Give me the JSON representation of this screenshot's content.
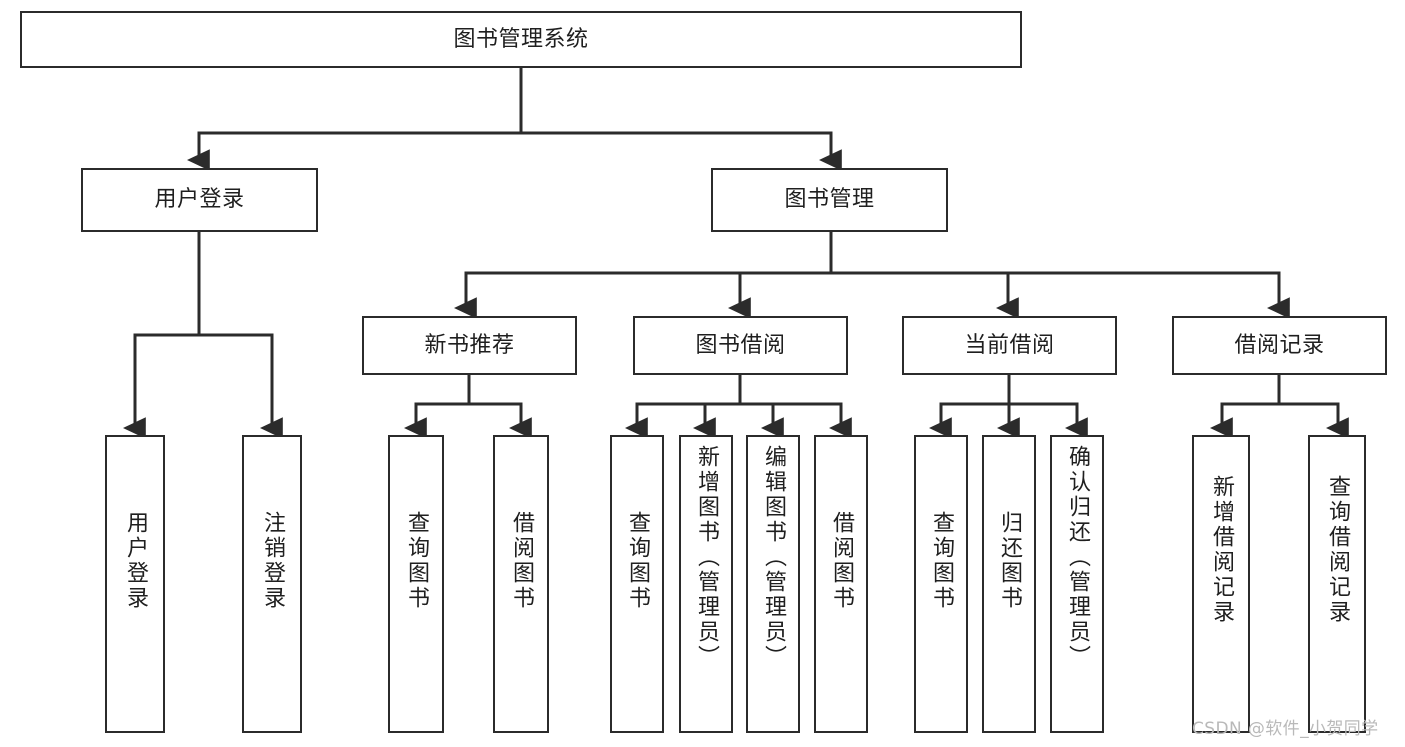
{
  "diagram": {
    "title": "图书管理系统",
    "type": "tree-hierarchy-chart",
    "stroke_color": "#2b2b2b",
    "background_color": "#ffffff",
    "text_color": "#1f1f1f",
    "watermark": "CSDN @软件_小贺同学",
    "levels": [
      {
        "level": 1,
        "nodes": [
          {
            "id": "root",
            "label": "图书管理系统",
            "orientation": "horizontal"
          }
        ]
      },
      {
        "level": 2,
        "nodes": [
          {
            "id": "user-login",
            "label": "用户登录",
            "orientation": "horizontal",
            "parent": "root"
          },
          {
            "id": "book-manage",
            "label": "图书管理",
            "orientation": "horizontal",
            "parent": "root"
          }
        ]
      },
      {
        "level": 3,
        "nodes": [
          {
            "id": "new-book-rec",
            "label": "新书推荐",
            "orientation": "horizontal",
            "parent": "book-manage"
          },
          {
            "id": "book-borrow",
            "label": "图书借阅",
            "orientation": "horizontal",
            "parent": "book-manage"
          },
          {
            "id": "current-borrow",
            "label": "当前借阅",
            "orientation": "horizontal",
            "parent": "book-manage"
          },
          {
            "id": "borrow-record",
            "label": "借阅记录",
            "orientation": "horizontal",
            "parent": "book-manage"
          }
        ]
      },
      {
        "level": 4,
        "nodes": [
          {
            "id": "leaf-user-login",
            "label": "用户登录",
            "orientation": "vertical",
            "parent": "user-login"
          },
          {
            "id": "leaf-user-logout",
            "label": "注销登录",
            "orientation": "vertical",
            "parent": "user-login"
          },
          {
            "id": "leaf-query-book-1",
            "label": "查询图书",
            "orientation": "vertical",
            "parent": "new-book-rec"
          },
          {
            "id": "leaf-borrow-book-1",
            "label": "借阅图书",
            "orientation": "vertical",
            "parent": "new-book-rec"
          },
          {
            "id": "leaf-query-book-2",
            "label": "查询图书",
            "orientation": "vertical",
            "parent": "book-borrow"
          },
          {
            "id": "leaf-add-book",
            "label": "新增图书（管理员）",
            "orientation": "vertical",
            "parent": "book-borrow"
          },
          {
            "id": "leaf-edit-book",
            "label": "编辑图书（管理员）",
            "orientation": "vertical",
            "parent": "book-borrow"
          },
          {
            "id": "leaf-borrow-book-2",
            "label": "借阅图书",
            "orientation": "vertical",
            "parent": "book-borrow"
          },
          {
            "id": "leaf-query-book-3",
            "label": "查询图书",
            "orientation": "vertical",
            "parent": "current-borrow"
          },
          {
            "id": "leaf-return-book",
            "label": "归还图书",
            "orientation": "vertical",
            "parent": "current-borrow"
          },
          {
            "id": "leaf-confirm-return",
            "label": "确认归还（管理员）",
            "orientation": "vertical",
            "parent": "current-borrow"
          },
          {
            "id": "leaf-add-record",
            "label": "新增借阅记录",
            "orientation": "vertical",
            "parent": "borrow-record"
          },
          {
            "id": "leaf-query-record",
            "label": "查询借阅记录",
            "orientation": "vertical",
            "parent": "borrow-record"
          }
        ]
      }
    ]
  }
}
